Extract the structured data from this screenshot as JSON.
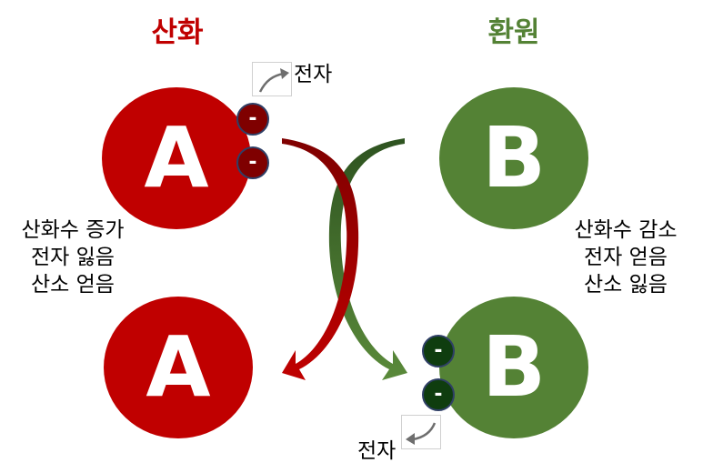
{
  "titles": {
    "oxidation": "산화",
    "reduction": "환원"
  },
  "atoms": {
    "a_top": "A",
    "b_top": "B",
    "a_bottom": "A",
    "b_bottom": "B"
  },
  "electron_symbol": "-",
  "labels": {
    "electron_top": "전자",
    "electron_bottom": "전자"
  },
  "oxidation_desc": [
    "산화수 증가",
    "전자 잃음",
    "산소 얻음"
  ],
  "reduction_desc": [
    "산화수 감소",
    "전자 얻음",
    "산소 잃음"
  ],
  "colors": {
    "oxidation": "#c00000",
    "reduction": "#548235",
    "oxidation_electron": "#7f0000",
    "reduction_electron": "#0f3d0f"
  },
  "icons": {
    "electron_transfer": "curved-arrow-icon"
  }
}
